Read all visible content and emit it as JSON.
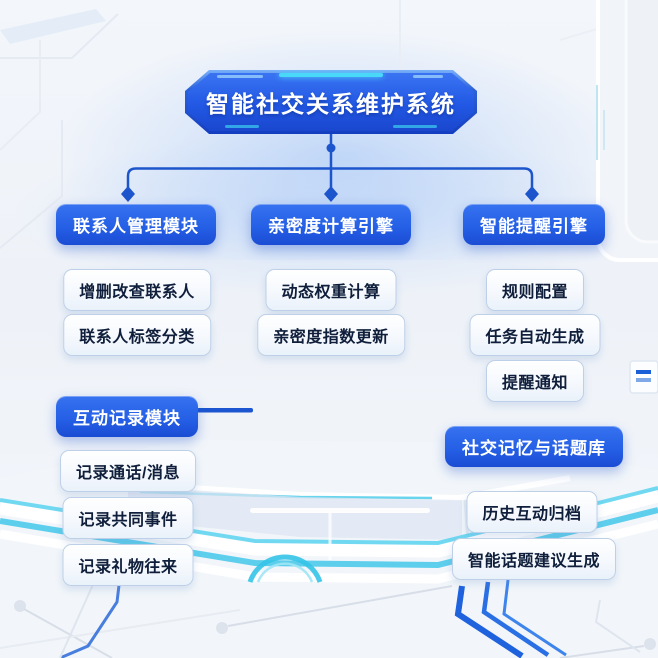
{
  "root": {
    "label": "智能社交关系维护系统"
  },
  "branches": [
    {
      "label": "联系人管理模块",
      "children": [
        "增删改查联系人",
        "联系人标签分类"
      ]
    },
    {
      "label": "亲密度计算引擎",
      "children": [
        "动态权重计算",
        "亲密度指数更新"
      ]
    },
    {
      "label": "智能提醒引擎",
      "children": [
        "规则配置",
        "任务自动生成",
        "提醒通知"
      ]
    }
  ],
  "sections": [
    {
      "label": "互动记录模块",
      "children": [
        "记录通话/消息",
        "记录共同事件",
        "记录礼物往来"
      ]
    },
    {
      "label": "社交记忆与话题库",
      "children": [
        "历史互动归档",
        "智能话题建议生成"
      ]
    }
  ],
  "colors": {
    "node_blue": "#2560e6",
    "node_blue_dark": "#1a4cd4",
    "badge_border_blue": "#79b0f9",
    "connector_blue": "#1d55cc",
    "accent_cyan": "#49d8f8",
    "platform_cyan": "#55d0ec",
    "leaf_text_navy": "#0f1e3a",
    "leaf_border": "#bed0e8",
    "background_light": "#f1f4f9"
  }
}
